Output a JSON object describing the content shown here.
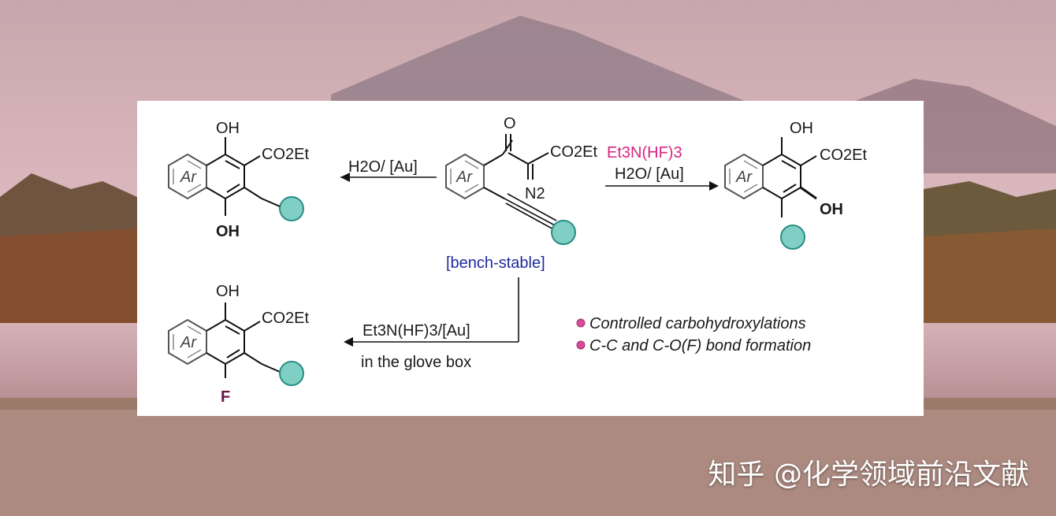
{
  "colors": {
    "accent_magenta": "#d6247f",
    "fluorine_purple": "#6a1446",
    "bench_stable_blue": "#1f2a9c",
    "substituent_fill": "#7fcfc4",
    "substituent_stroke": "#2a8d84",
    "bullet_pink": "#d94a9a"
  },
  "scheme": {
    "top_left_product": {
      "ring_label": "Ar",
      "oh_top": "OH",
      "ester": "CO2Et",
      "oh_bottom": "OH"
    },
    "starting_material": {
      "ring_label": "Ar",
      "carbonyl_o": "O",
      "ester": "CO2Et",
      "diazo": "N2",
      "tag": "[bench-stable]"
    },
    "right_product": {
      "ring_label": "Ar",
      "oh_top": "OH",
      "ester": "CO2Et",
      "oh_ring": "OH"
    },
    "bottom_left_product": {
      "ring_label": "Ar",
      "oh_top": "OH",
      "ester": "CO2Et",
      "fluorine": "F"
    },
    "arrow_left_label": "H2O/ [Au]",
    "arrow_right_label_top": "Et3N(HF)3",
    "arrow_right_label_bottom": "H2O/ [Au]",
    "arrow_down_label_top": "Et3N(HF)3/[Au]",
    "arrow_down_label_bottom": "in the glove box",
    "bullets": [
      "Controlled carbohydroxylations",
      "C-C and C-O(F) bond formation"
    ]
  },
  "watermark": "知乎 @化学领域前沿文献"
}
